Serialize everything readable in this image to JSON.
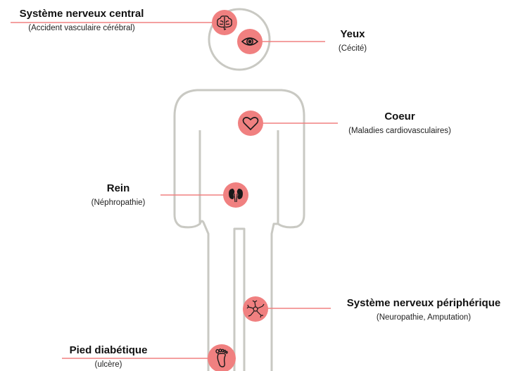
{
  "colors": {
    "marker": "#f08080",
    "outline": "#c9c9c3",
    "line": "#f08080"
  },
  "items": [
    {
      "title": "Système nerveux central",
      "subtitle": "(Accident vasculaire cérébral)",
      "icon": "brain-icon"
    },
    {
      "title": "Yeux",
      "subtitle": "(Cécité)",
      "icon": "eye-icon"
    },
    {
      "title": "Coeur",
      "subtitle": "(Maladies cardiovasculaires)",
      "icon": "heart-icon"
    },
    {
      "title": "Rein",
      "subtitle": "(Néphropathie)",
      "icon": "kidneys-icon"
    },
    {
      "title": "Système nerveux périphérique",
      "subtitle": "(Neuropathie, Amputation)",
      "icon": "nerve-cell-icon"
    },
    {
      "title": "Pied diabétique",
      "subtitle": "(ulcère)",
      "icon": "foot-icon"
    }
  ]
}
